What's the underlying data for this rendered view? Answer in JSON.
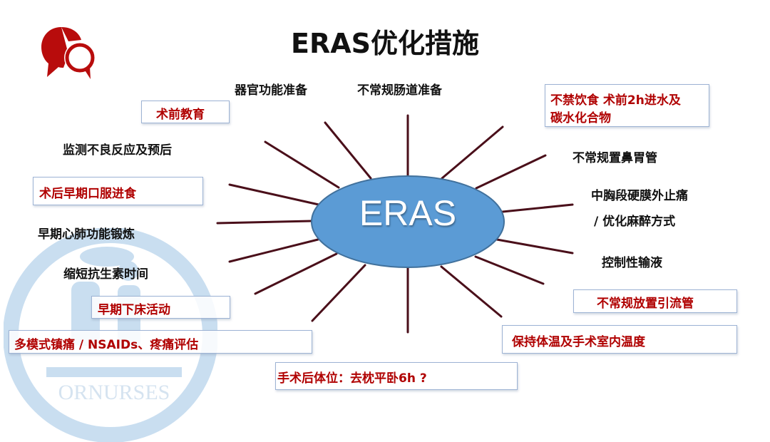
{
  "title": "ERAS优化措施",
  "center": {
    "label": "ERAS",
    "fill": "#5b9bd5",
    "stroke": "#41719c"
  },
  "colors": {
    "accent_red": "#b00000",
    "box_border": "#9db3d4",
    "spoke": "#4a0f1a",
    "watermark": "#bcd6ec"
  },
  "watermark": {
    "text": "ORNURSES"
  },
  "items": {
    "organ_prep": "器官功能准备",
    "bowel_prep": "不常规肠道准备",
    "preop_edu": "术前教育",
    "no_fasting_line1": "不禁饮食 术前2h进水及",
    "no_fasting_line2": "碳水化合物",
    "monitor": "监测不良反应及预后",
    "no_ng_tube": "不常规置鼻胃管",
    "postop_oral": "术后早期口服进食",
    "epidural_line1": "中胸段硬膜外止痛",
    "epidural_line2": "/ 优化麻醉方式",
    "cardio_train": "早期心肺功能锻炼",
    "fluid_control": "控制性输液",
    "antibiotics": "缩短抗生素时间",
    "no_drain": "不常规放置引流管",
    "early_ambulation": "早期下床活动",
    "temperature": "保持体温及手术室内温度",
    "analgesia": "多模式镇痛 / NSAIDs、疼痛评估",
    "position": "手术后体位：去枕平卧6h ?"
  }
}
